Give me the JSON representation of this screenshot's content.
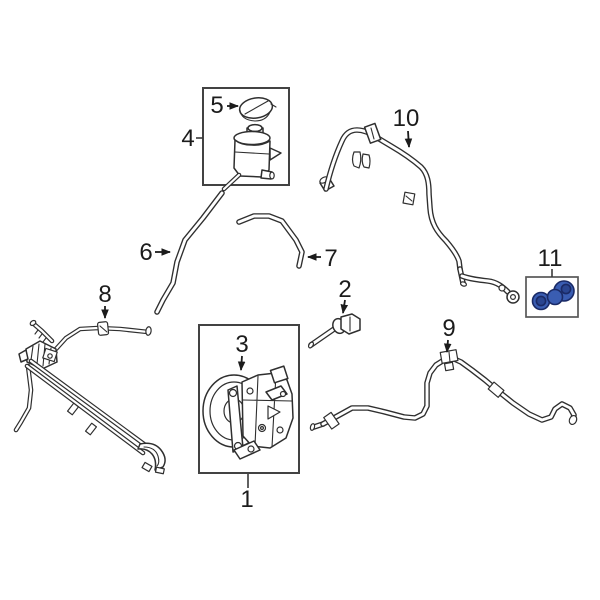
{
  "diagram": {
    "type": "exploded-parts-line-diagram",
    "colors": {
      "background": "#ffffff",
      "line": "#2f2f2f",
      "label": "#1c1c1c",
      "box_border": "#434343",
      "highlight_fill": "#3a5db2",
      "highlight_inner": "#2a4590",
      "highlight_stroke": "#1a2a66"
    },
    "callouts": [
      {
        "id": 1,
        "label": "1"
      },
      {
        "id": 2,
        "label": "2"
      },
      {
        "id": 3,
        "label": "3"
      },
      {
        "id": 4,
        "label": "4"
      },
      {
        "id": 5,
        "label": "5"
      },
      {
        "id": 6,
        "label": "6"
      },
      {
        "id": 7,
        "label": "7"
      },
      {
        "id": 8,
        "label": "8"
      },
      {
        "id": 9,
        "label": "9"
      },
      {
        "id": 10,
        "label": "10"
      },
      {
        "id": 11,
        "label": "11"
      }
    ]
  }
}
